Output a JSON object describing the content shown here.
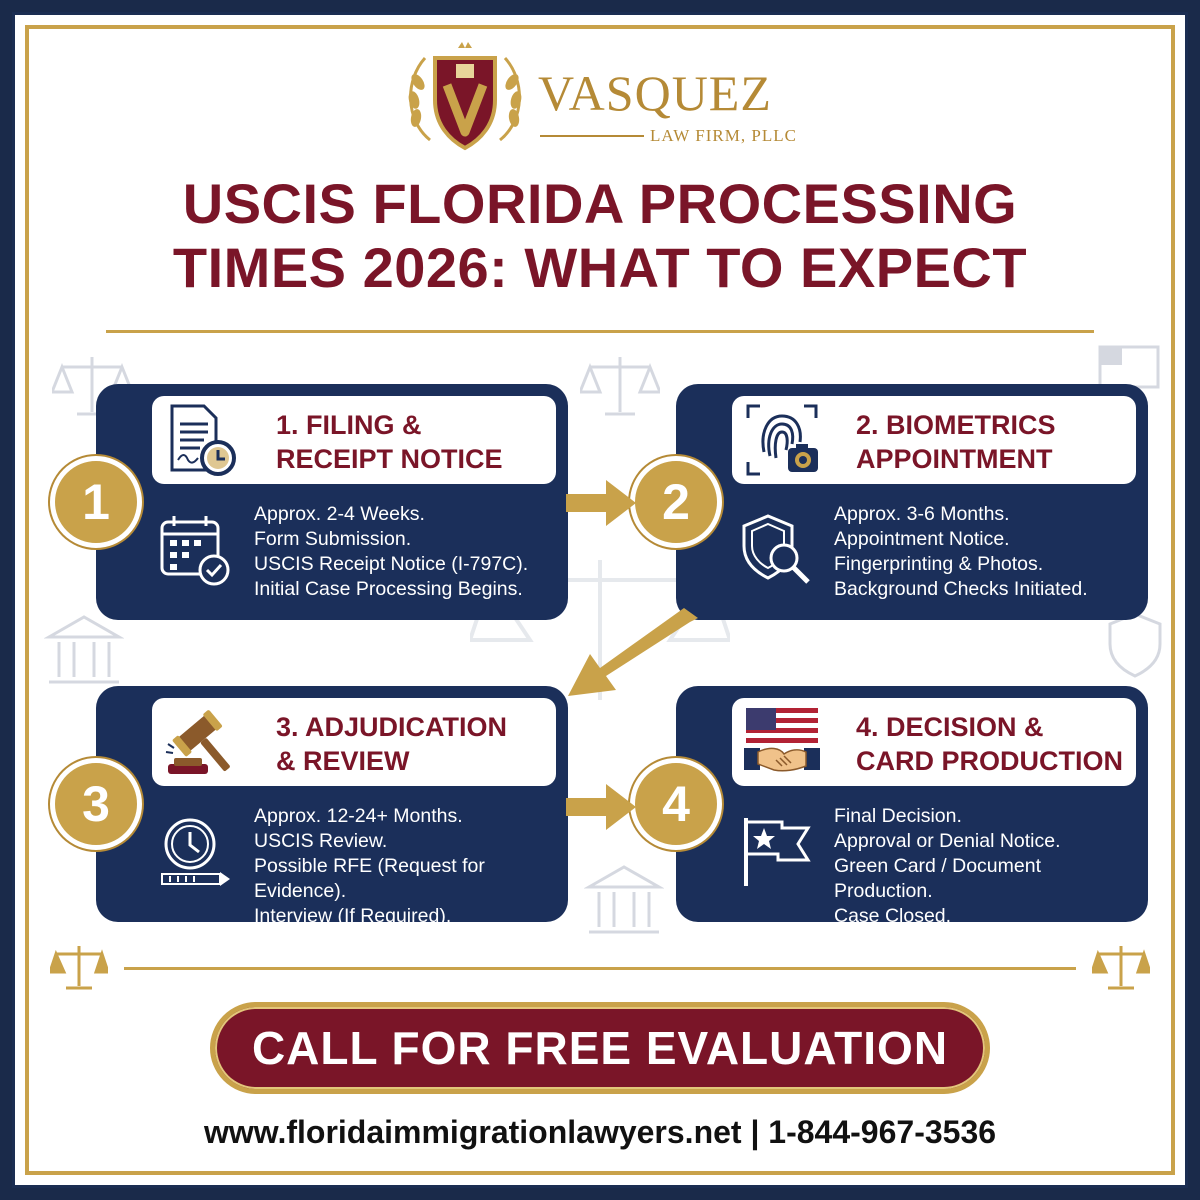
{
  "brand": {
    "name": "VASQUEZ",
    "subtitle": "LAW FIRM, PLLC"
  },
  "title": {
    "line1": "USCIS FLORIDA PROCESSING",
    "line2": "TIMES 2026: WHAT TO EXPECT"
  },
  "steps": [
    {
      "number": "1",
      "heading_line1": "1. FILING &",
      "heading_line2": "RECEIPT NOTICE",
      "details": [
        "Approx. 2-4 Weeks.",
        "Form Submission.",
        "USCIS Receipt Notice (I-797C).",
        "Initial Case Processing Begins."
      ],
      "head_icon": "document-clock-icon",
      "body_icon": "calendar-check-icon"
    },
    {
      "number": "2",
      "heading_line1": "2. BIOMETRICS",
      "heading_line2": "APPOINTMENT",
      "details": [
        "Approx. 3-6 Months.",
        "Appointment Notice.",
        "Fingerprinting & Photos.",
        "Background Checks Initiated."
      ],
      "head_icon": "fingerprint-camera-icon",
      "body_icon": "shield-search-icon"
    },
    {
      "number": "3",
      "heading_line1": "3. ADJUDICATION",
      "heading_line2": "& REVIEW",
      "details": [
        "Approx. 12-24+ Months.",
        "USCIS Review.",
        "Possible RFE (Request for",
        "Evidence).",
        "Interview (If Required)."
      ],
      "head_icon": "gavel-icon",
      "body_icon": "clock-progress-icon"
    },
    {
      "number": "4",
      "heading_line1": "4. DECISION &",
      "heading_line2": "CARD PRODUCTION",
      "details": [
        "Final Decision.",
        "Approval or Denial Notice.",
        "Green Card / Document",
        "Production.",
        "Case Closed."
      ],
      "head_icon": "flag-handshake-icon",
      "body_icon": "star-flag-icon"
    }
  ],
  "cta": {
    "label": "CALL FOR FREE EVALUATION"
  },
  "footer": {
    "contact": "www.floridaimmigrationlawyers.net | 1-844-967-3536"
  },
  "colors": {
    "navy": "#1b2f5a",
    "maroon": "#7a1528",
    "gold": "#c9a24a"
  }
}
